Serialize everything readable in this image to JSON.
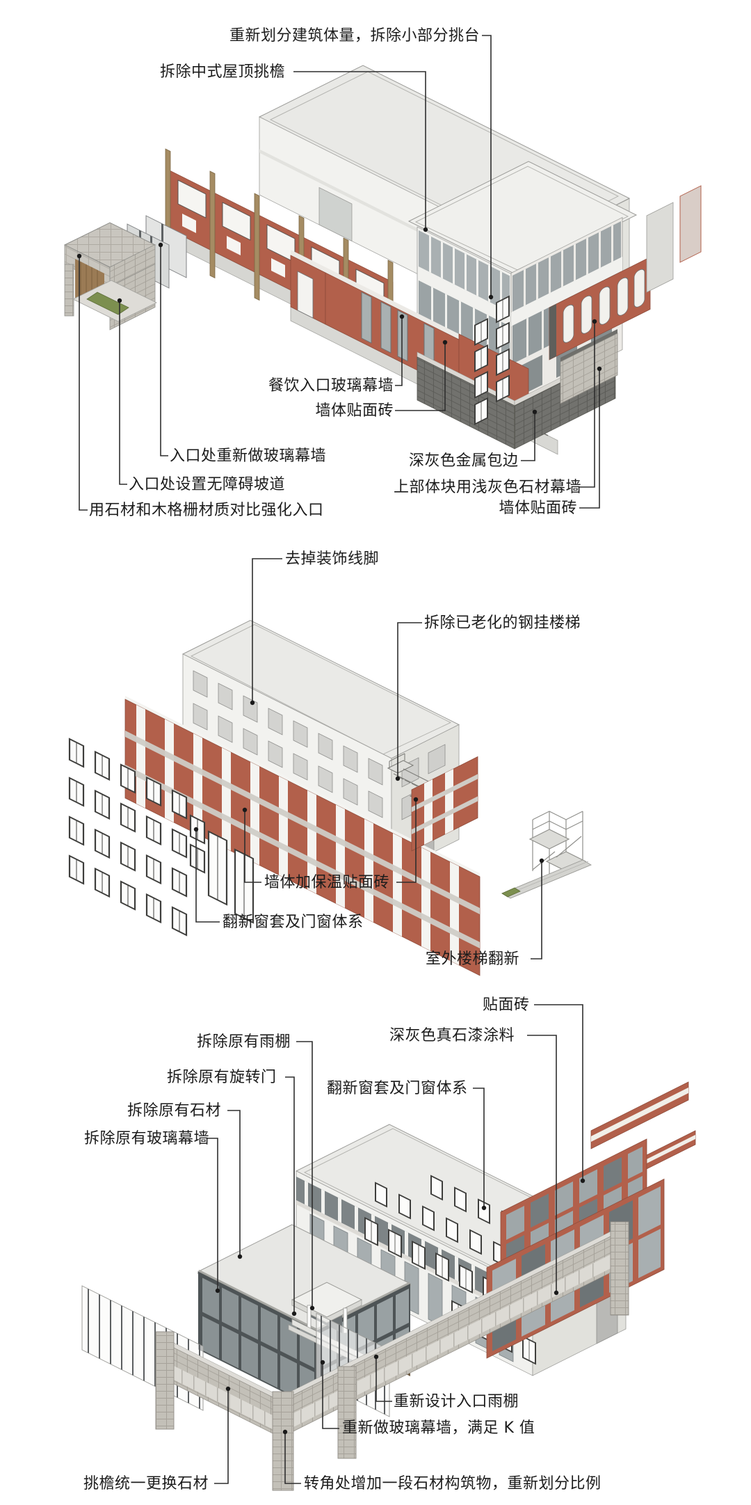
{
  "page": {
    "background": "#ffffff",
    "type": "architecture-renovation-exploded-axonometric"
  },
  "colors": {
    "leader_line": "#2e2e2e",
    "text": "#1c1c1c",
    "brick_red": "#b2604b",
    "wood": "#a58c63",
    "stone_light": "#c9c6bf",
    "tile_dark": "#72726e",
    "glass": "#a9b0b2",
    "accent_green": "#7c8f4f",
    "canopy_brown": "#8a7254",
    "building_white": "#f2f2ef"
  },
  "sections": [
    {
      "id": "building-1",
      "labels": [
        {
          "text": "重新划分建筑体量，拆除小部分挑台"
        },
        {
          "text": "拆除中式屋顶挑檐"
        },
        {
          "text": "餐饮入口玻璃幕墙"
        },
        {
          "text": "墙体贴面砖"
        },
        {
          "text": "入口处重新做玻璃幕墙"
        },
        {
          "text": "入口处设置无障碍坡道"
        },
        {
          "text": "用石材和木格栅材质对比强化入口"
        },
        {
          "text": "深灰色金属包边"
        },
        {
          "text": "上部体块用浅灰色石材幕墙"
        },
        {
          "text": "墙体贴面砖"
        }
      ]
    },
    {
      "id": "building-2",
      "labels": [
        {
          "text": "去掉装饰线脚"
        },
        {
          "text": "拆除已老化的钢挂楼梯"
        },
        {
          "text": "墙体加保温贴面砖"
        },
        {
          "text": "翻新窗套及门窗体系"
        },
        {
          "text": "室外楼梯翻新"
        }
      ]
    },
    {
      "id": "building-3",
      "labels": [
        {
          "text": "贴面砖"
        },
        {
          "text": "深灰色真石漆涂料"
        },
        {
          "text": "拆除原有雨棚"
        },
        {
          "text": "拆除原有旋转门"
        },
        {
          "text": "翻新窗套及门窗体系"
        },
        {
          "text": "拆除原有石材"
        },
        {
          "text": "拆除原有玻璃幕墙"
        },
        {
          "text": "重新设计入口雨棚"
        },
        {
          "text": "重新做玻璃幕墙，满足 K 值"
        },
        {
          "text": "挑檐统一更换石材"
        },
        {
          "text": "转角处增加一段石材构筑物，重新划分比例"
        }
      ]
    }
  ]
}
